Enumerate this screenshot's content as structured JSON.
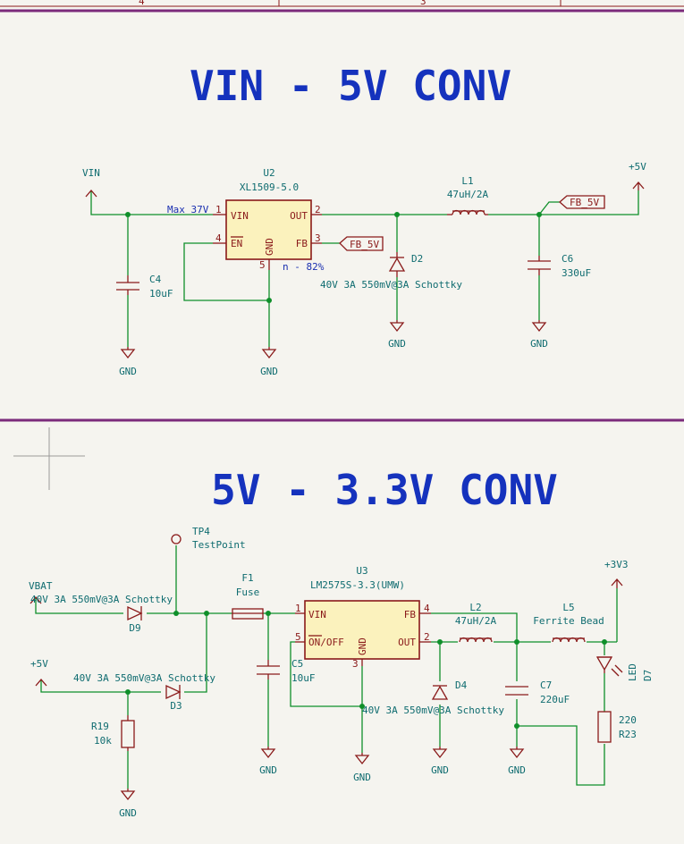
{
  "titles": {
    "top": "VIN - 5V CONV",
    "bottom": "5V - 3.3V CONV"
  },
  "frame": {
    "col_left": "4",
    "col_right": "3"
  },
  "colors": {
    "wire": "#0f8f2a",
    "component": "#8a1a1a",
    "label": "#0f6c70",
    "title": "#1532bd",
    "body_fill": "#fbf2bd",
    "separator": "#7b2a7b"
  },
  "top": {
    "vin_label": "VIN",
    "plus5v_label": "+5V",
    "u2_ref": "U2",
    "u2_value": "XL1509-5.0",
    "u2_pins": {
      "vin": "VIN",
      "out": "OUT",
      "en": "EN",
      "gnd": "GND",
      "fb": "FB",
      "n1": "1",
      "n2": "2",
      "n3": "3",
      "n4": "4",
      "n5": "5"
    },
    "max_note": "Max 37V",
    "eff_note": "n - 82%",
    "fb_label_1": "FB_5V",
    "fb_label_2": "FB_5V",
    "c4_ref": "C4",
    "c4_value": "10uF",
    "d2_ref": "D2",
    "d2_value": "40V 3A 550mV@3A Schottky",
    "l1_ref": "L1",
    "l1_value": "47uH/2A",
    "c6_ref": "C6",
    "c6_value": "330uF",
    "gnd": "GND"
  },
  "bottom": {
    "tp4_ref": "TP4",
    "tp4_value": "TestPoint",
    "vbat_label": "VBAT",
    "plus5v_label": "+5V",
    "plus3v3_label": "+3V3",
    "d9_value": "40V 3A 550mV@3A Schottky",
    "d9_ref": "D9",
    "d3_value": "40V 3A 550mV@3A Schottky",
    "d3_ref": "D3",
    "f1_ref": "F1",
    "f1_value": "Fuse",
    "r19_ref": "R19",
    "r19_value": "10k",
    "u3_ref": "U3",
    "u3_value": "LM2575S-3.3(UMW)",
    "u3_pins": {
      "vin": "VIN",
      "fb": "FB",
      "onoff": "ON/OFF",
      "gnd": "GND",
      "out": "OUT",
      "n1": "1",
      "n2": "2",
      "n3": "3",
      "n4": "4",
      "n5": "5"
    },
    "c5_ref": "C5",
    "c5_value": "10uF",
    "l2_ref": "L2",
    "l2_value": "47uH/2A",
    "l5_ref": "L5",
    "l5_value": "Ferrite Bead",
    "d4_ref": "D4",
    "d4_value": "40V 3A 550mV@3A Schottky",
    "c7_ref": "C7",
    "c7_value": "220uF",
    "d7_ref": "D7",
    "d7_value": "LED",
    "r23_ref": "R23",
    "r23_value": "220",
    "gnd": "GND"
  }
}
